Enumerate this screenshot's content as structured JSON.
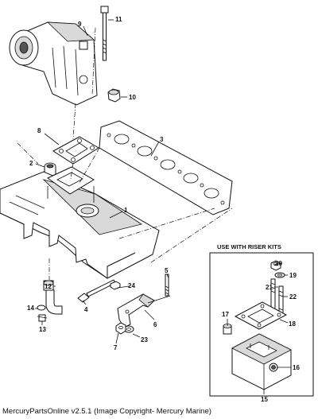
{
  "callouts": {
    "p1": "1",
    "p2": "2",
    "p3": "3",
    "p4": "4",
    "p5": "5",
    "p6": "6",
    "p7": "7",
    "p8": "8",
    "p9": "9",
    "p10": "10",
    "p11": "11",
    "p12": "12",
    "p13": "13",
    "p14": "14",
    "p15": "15",
    "p16": "16",
    "p17": "17",
    "p18": "18",
    "p19": "19",
    "p20": "20",
    "p21": "21",
    "p22": "22",
    "p23": "23",
    "p24": "24"
  },
  "riser_kit_label": "USE WITH RISER KITS",
  "footer": "MercuryPartsOnline v2.5.1 (Image Copyright- Mercury Marine)"
}
